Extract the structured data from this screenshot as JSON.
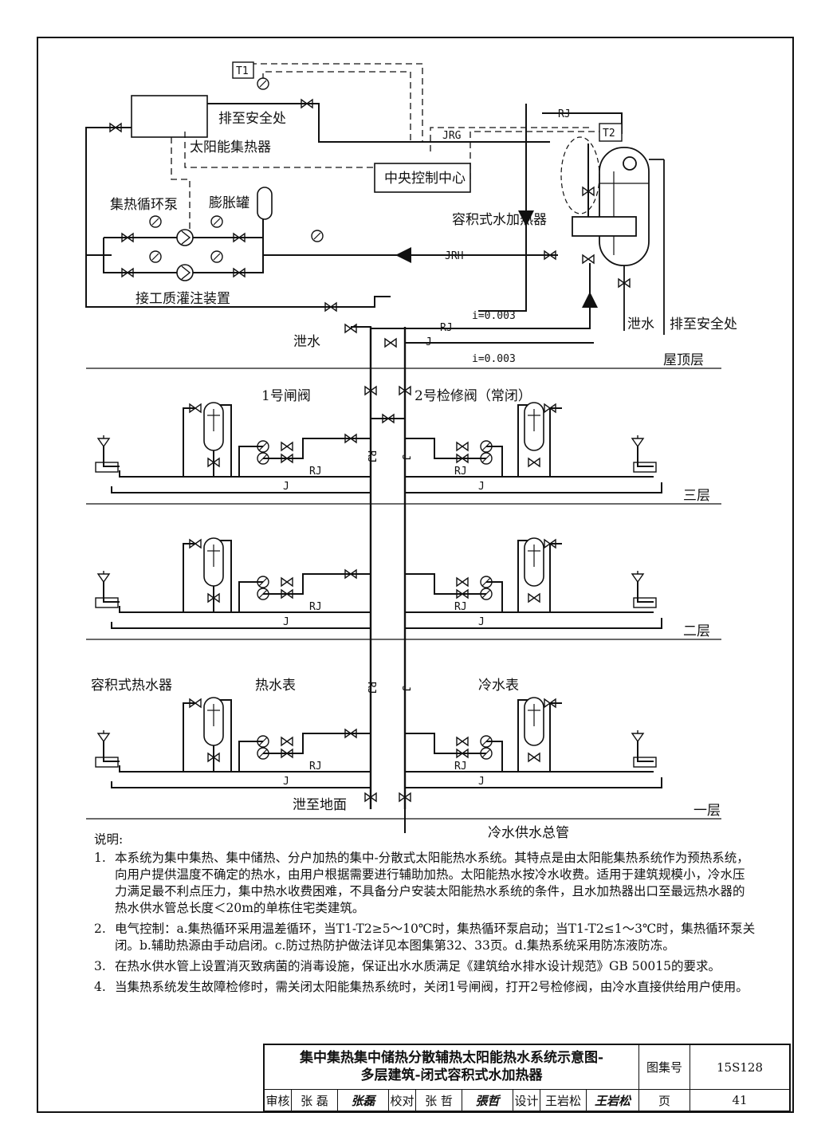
{
  "labels": {
    "t1": "T1",
    "t2": "T2",
    "drain_safe_top": "排至安全处",
    "solar_collector": "太阳能集热器",
    "jrg": "JRG",
    "central_control": "中央控制中心",
    "rj_top": "RJ",
    "circ_pump": "集热循环泵",
    "expansion_tank": "膨胀罐",
    "storage_heater": "容积式水加热器",
    "jrh": "JRH",
    "fill_device": "接工质灌注装置",
    "slope1": "i=0.003",
    "slope2": "i=0.003",
    "drain_right": "泄水",
    "drain_safe_right": "排至安全处",
    "drain_roof": "泄水",
    "rj_roof": "RJ",
    "j_roof": "J",
    "roof_floor": "屋顶层",
    "valve1": "1号闸阀",
    "valve2": "2号检修阀（常闭）",
    "floor3": "三层",
    "floor2": "二层",
    "floor1": "一层",
    "storage_water_heater": "容积式热水器",
    "hot_meter": "热水表",
    "cold_meter": "冷水表",
    "drain_ground": "泄至地面",
    "cold_main": "冷水供水总管",
    "riser_rj": "RJ",
    "riser_j": "J",
    "pipe_rj": "RJ",
    "pipe_j": "J"
  },
  "notes": {
    "heading": "说明:",
    "items": [
      {
        "num": "1.",
        "text": "本系统为集中集热、集中储热、分户加热的集中-分散式太阳能热水系统。其特点是由太阳能集热系统作为预热系统，向用户提供温度不确定的热水，由用户根据需要进行辅助加热。太阳能热水按冷水收费。适用于建筑规模小，冷水压力满足最不利点压力，集中热水收费困难，不具备分户安装太阳能热水系统的条件，且水加热器出口至最远热水器的热水供水管总长度＜20m的单栋住宅类建筑。"
      },
      {
        "num": "2.",
        "text": "电气控制：a.集热循环采用温差循环，当T1-T2≥5～10℃时，集热循环泵启动；当T1-T2≤1～3℃时，集热循环泵关闭。b.辅助热源由手动启闭。c.防过热防护做法详见本图集第32、33页。d.集热系统采用防冻液防冻。"
      },
      {
        "num": "3.",
        "text": "在热水供水管上设置消灭致病菌的消毒设施，保证出水水质满足《建筑给水排水设计规范》GB 50015的要求。"
      },
      {
        "num": "4.",
        "text": "当集热系统发生故障检修时，需关闭太阳能集热系统时，关闭1号闸阀，打开2号检修阀，由冷水直接供给用户使用。"
      }
    ]
  },
  "title_block": {
    "title_line1": "集中集热集中储热分散辅热太阳能热水系统示意图-",
    "title_line2": "多层建筑-闭式容积式水加热器",
    "atlas_label": "图集号",
    "atlas_no": "15S128",
    "review_label": "审核",
    "reviewer": "张 磊",
    "reviewer_sig": "张磊",
    "check_label": "校对",
    "checker": "张 哲",
    "checker_sig": "張哲",
    "design_label": "设计",
    "designer": "王岩松",
    "designer_sig": "王岩松",
    "page_label": "页",
    "page_no": "41"
  }
}
